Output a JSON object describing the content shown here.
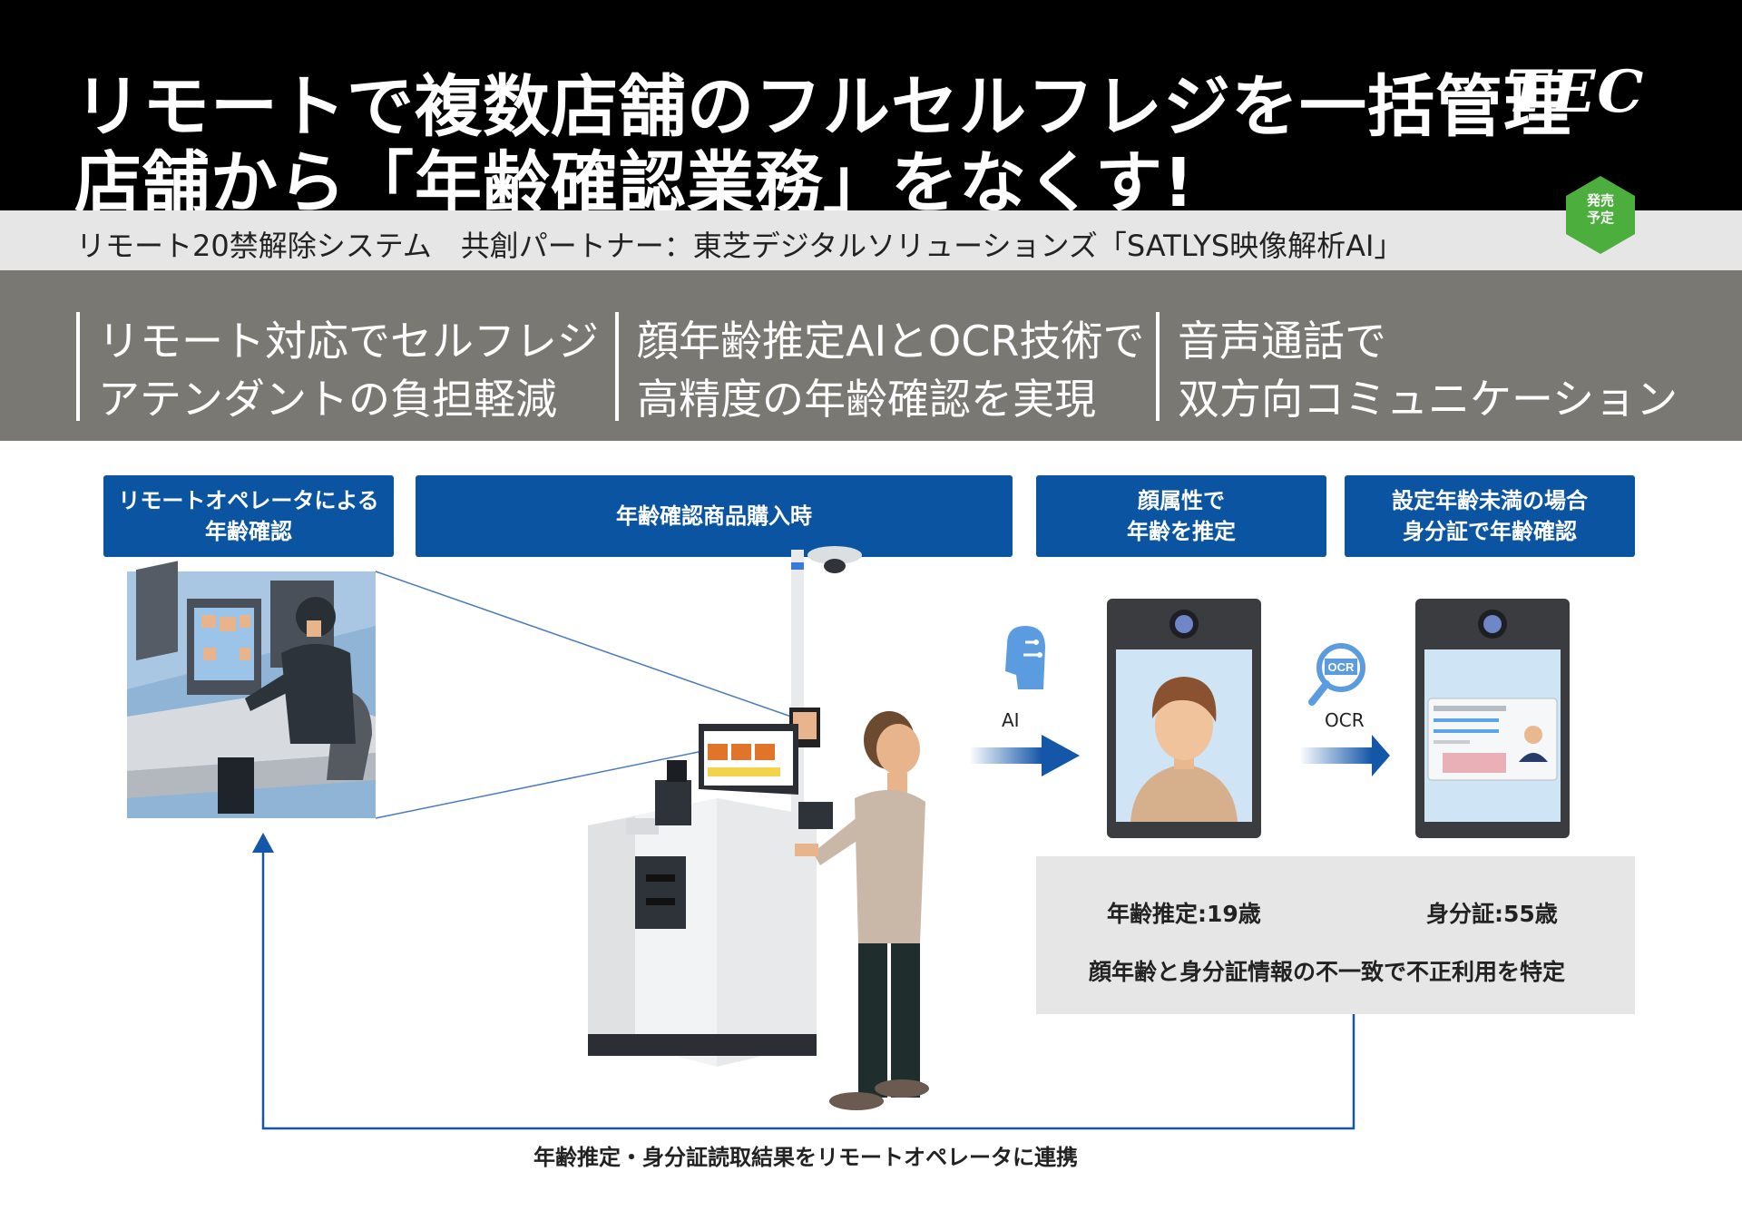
{
  "header": {
    "title_line1": "リモートで複数店舗のフルセルフレジを一括管理",
    "title_line2": "店舗から「年齢確認業務」をなくす!",
    "logo": "TEC"
  },
  "badge": {
    "line1": "発売",
    "line2": "予定",
    "color": "#4cae3c"
  },
  "subtitle": "リモート20禁解除システム　共創パートナー：東芝デジタルソリューションズ「SATLYS映像解析AI」",
  "features": [
    {
      "line1": "リモート対応でセルフレジ",
      "line2": "アテンダントの負担軽減"
    },
    {
      "line1": "顔年齢推定AIとOCR技術で",
      "line2": "高精度の年齢確認を実現"
    },
    {
      "line1": "音声通話で",
      "line2": "双方向コミュニケーション"
    }
  ],
  "boxes": {
    "operator": {
      "line1": "リモートオペレータによる",
      "line2": "年齢確認"
    },
    "purchase": {
      "line1": "年齢確認商品購入時"
    },
    "face": {
      "line1": "顔属性で",
      "line2": "年齢を推定"
    },
    "id": {
      "line1": "設定年齢未満の場合",
      "line2": "身分証で年齢確認"
    }
  },
  "flow": {
    "ai_label": "AI",
    "ocr_label": "OCR"
  },
  "results": {
    "age_estimate": "年齢推定:19歳",
    "id_age": "身分証:55歳",
    "detection": "顔年齢と身分証情報の不一致で不正利用を特定"
  },
  "bottom_caption": "年齢推定・身分証読取結果をリモートオペレータに連携",
  "colors": {
    "header_bg": "#000000",
    "subbar_bg": "#e6e6e6",
    "feature_bg": "#797873",
    "box_blue": "#0a54a1",
    "arrow_blue": "#1457a8",
    "panel_gray": "#e6e6e6"
  },
  "icons": [
    "ai-head-icon",
    "ocr-magnifier-icon",
    "camera-icon",
    "arrow-right-icon",
    "arrow-up-icon"
  ]
}
